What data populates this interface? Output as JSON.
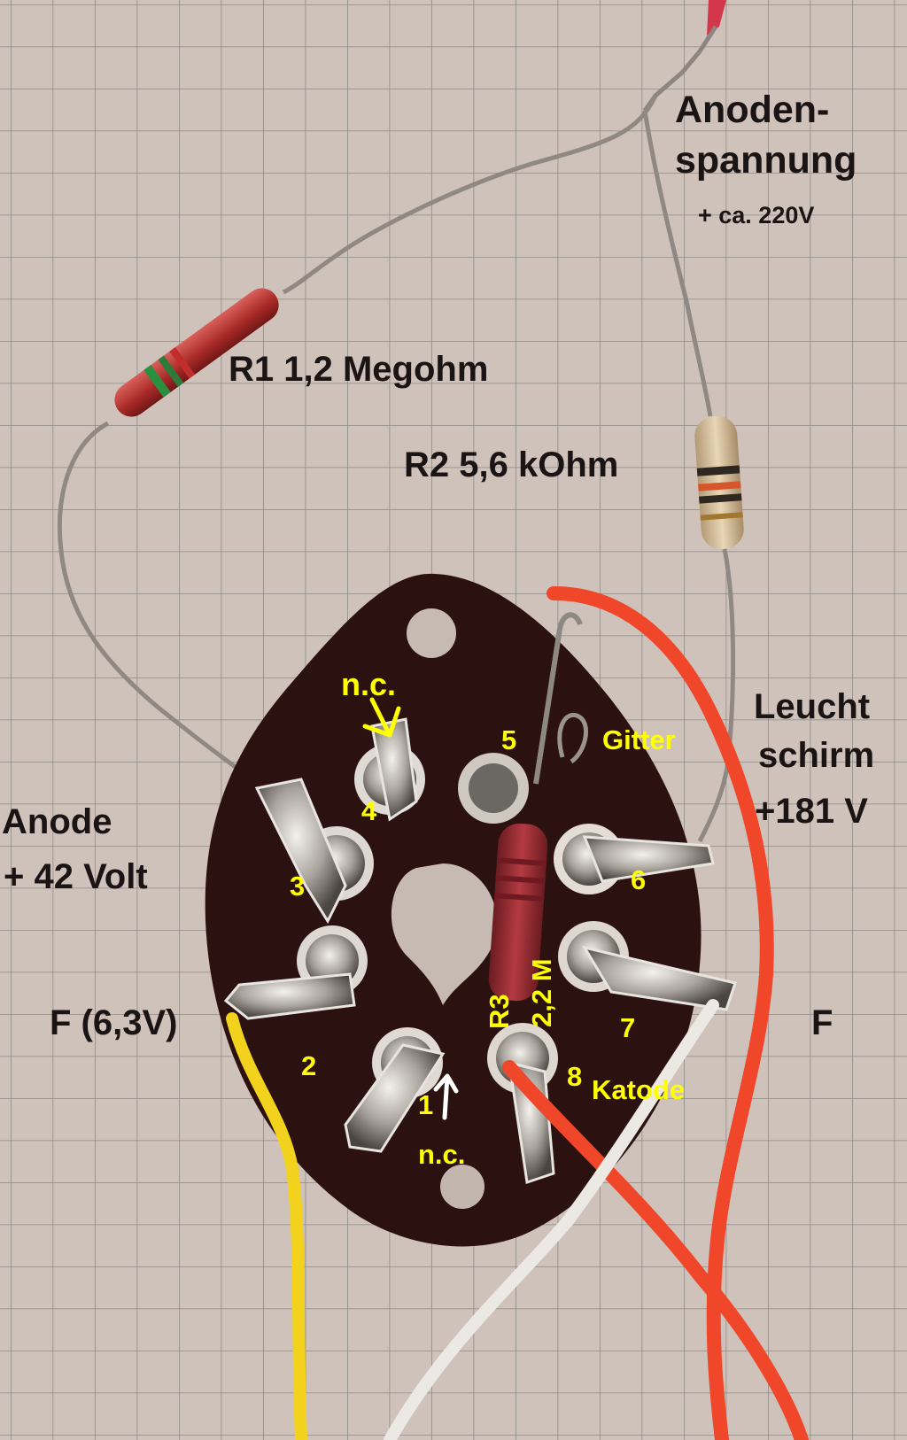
{
  "labels": {
    "anoden_line1": "Anoden-",
    "anoden_line2": "spannung",
    "anoden_voltage": "+ ca. 220V",
    "r1": "R1   1,2 Megohm",
    "r2": "R2  5,6 kOhm",
    "leucht_line1": "Leucht",
    "leucht_line2": "schirm",
    "leucht_voltage": "+181 V",
    "anode_line1": "Anode",
    "anode_line2": "+ 42 Volt",
    "heater_left": "F (6,3V)",
    "heater_right": "F",
    "nc_top": "n.c.",
    "nc_bottom": "n.c.",
    "gitter": "Gitter",
    "katode": "Katode",
    "r3_name": "R3",
    "r3_value": "2,2 M"
  },
  "pins": [
    "1",
    "2",
    "3",
    "4",
    "5",
    "6",
    "7",
    "8"
  ],
  "colors": {
    "paper": "#cfc2ba",
    "grid": "#8d8a88",
    "socket": "#2b1210",
    "annotation_yellow": "#ffff00",
    "annotation_dark": "#1a1514",
    "wire_orange": "#f0462a",
    "wire_yellow": "#f2d21c",
    "wire_white": "#ece9e4",
    "resistor_r1_body": "#b8302e",
    "resistor_r2_body": "#d9bf98",
    "resistor_r3_body": "#9e2a30"
  }
}
